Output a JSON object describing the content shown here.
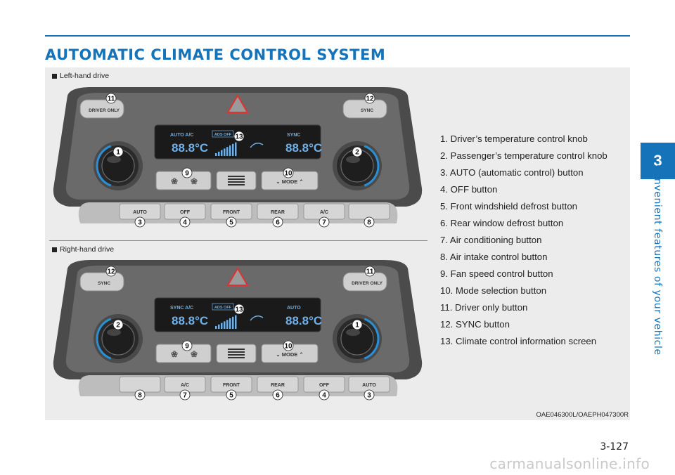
{
  "header": {
    "title": "AUTOMATIC CLIMATE CONTROL SYSTEM"
  },
  "side_tab": {
    "chapter": "3",
    "label": "Convenient features of your vehicle"
  },
  "figures": {
    "lhd": {
      "label": "Left-hand drive",
      "display": {
        "left_mode": "AUTO  A/C",
        "right_mode": "SYNC",
        "ads": "ADS OFF",
        "left_temp": "88.8°C",
        "right_temp": "88.8°C"
      },
      "buttons": {
        "top_left": "DRIVER ONLY",
        "top_right": "SYNC",
        "b1": "AUTO",
        "b2": "OFF",
        "b3": "FRONT",
        "b4": "REAR",
        "b5": "A/C",
        "b6": "",
        "mode": "MODE"
      },
      "callouts": {
        "knob_left": "1",
        "knob_right": "2",
        "top_left": "11",
        "top_right": "12",
        "display": "13",
        "fan": "9",
        "mode": "10",
        "b1": "3",
        "b2": "4",
        "b3": "5",
        "b4": "6",
        "b5": "7",
        "b6": "8"
      }
    },
    "rhd": {
      "label": "Right-hand drive",
      "display": {
        "left_mode": "SYNC  A/C",
        "right_mode": "AUTO",
        "ads": "ADS OFF",
        "left_temp": "88.8°C",
        "right_temp": "88.8°C"
      },
      "buttons": {
        "top_left": "SYNC",
        "top_right": "DRIVER ONLY",
        "b1": "",
        "b2": "A/C",
        "b3": "FRONT",
        "b4": "REAR",
        "b5": "OFF",
        "b6": "AUTO",
        "mode": "MODE"
      },
      "callouts": {
        "knob_left": "2",
        "knob_right": "1",
        "top_left": "12",
        "top_right": "11",
        "display": "13",
        "fan": "9",
        "mode": "10",
        "b1": "8",
        "b2": "7",
        "b3": "5",
        "b4": "6",
        "b5": "4",
        "b6": "3"
      }
    }
  },
  "legend": [
    "1. Driver’s temperature control knob",
    "2. Passenger’s temperature control knob",
    "3. AUTO (automatic control) button",
    "4. OFF button",
    "5. Front windshield defrost button",
    "6. Rear window defrost button",
    "7. Air conditioning button",
    "8. Air intake control button",
    "9. Fan speed control button",
    "10. Mode selection button",
    "11. Driver only button",
    "12. SYNC button",
    "13. Climate control information screen"
  ],
  "image_code": "OAE046300L/OAEPH047300R",
  "page_number": "3-127",
  "watermark": "carmanualsonline.info",
  "colors": {
    "accent": "#1573b9",
    "knob_ring": "#2b8fd6",
    "display_digits": "#6fb0e8"
  }
}
